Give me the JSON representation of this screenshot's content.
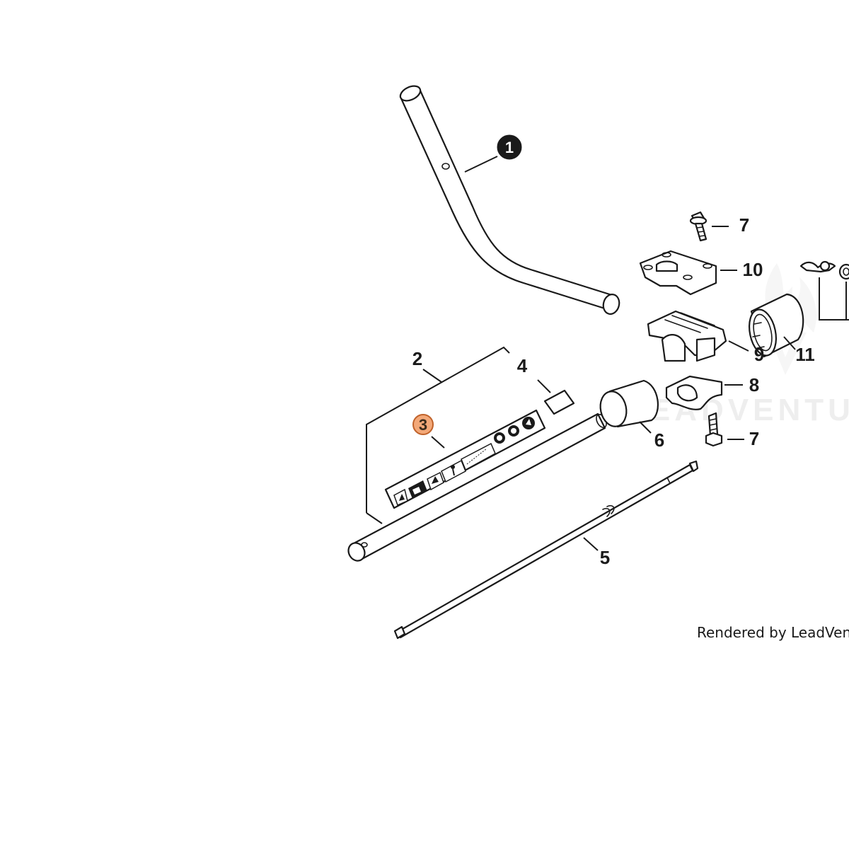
{
  "diagram": {
    "callouts": {
      "c1": "1",
      "c2": "2",
      "c3": "3",
      "c4": "4",
      "c5": "5",
      "c6": "6",
      "c7a": "7",
      "c7b": "7",
      "c8": "8",
      "c9": "9",
      "c10": "10",
      "c11": "11"
    },
    "highlighted_callout": "3",
    "colors": {
      "highlight_fill": "#f3a878",
      "highlight_stroke": "#c0622a",
      "ink": "#1a1a1a",
      "watermark": "#eeeeee"
    },
    "watermark_text": "LEADVENTURE",
    "credit_text": "Rendered by LeadVenture,"
  }
}
